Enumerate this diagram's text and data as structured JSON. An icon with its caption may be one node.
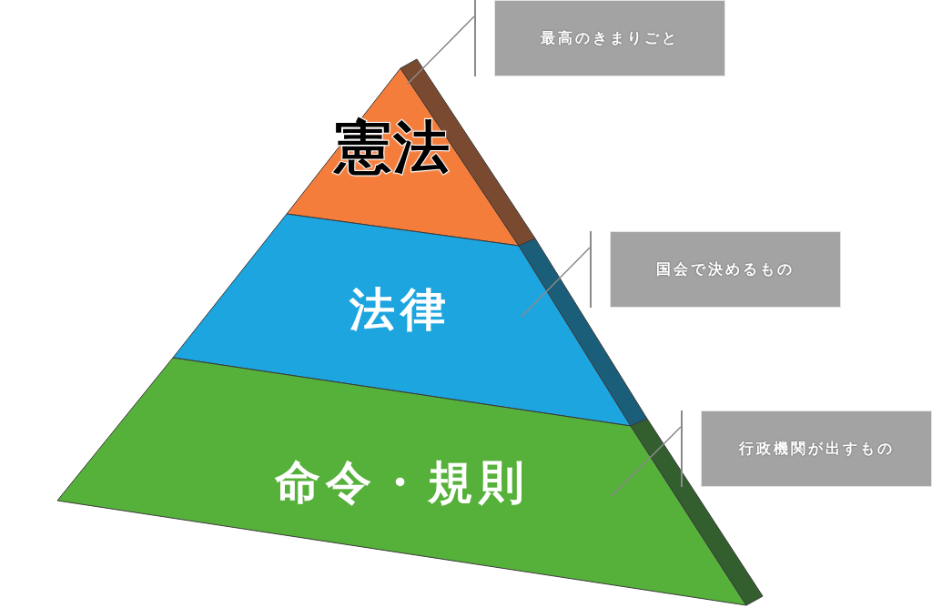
{
  "diagram": {
    "nodes": [
      {
        "text": [
          "憲法"
        ]
      },
      {
        "text": [
          "法律"
        ]
      },
      {
        "text": [
          "命令・規則"
        ]
      },
      {
        "text": [
          "最高のきまりごと"
        ]
      },
      {
        "text": [
          "国会で決めるもの"
        ]
      },
      {
        "text": [
          "行政機関が出すもの"
        ]
      }
    ],
    "edges": [
      {
        "from": 3,
        "to": 0,
        "arrow": "none"
      },
      {
        "from": 4,
        "to": 1,
        "arrow": "none"
      },
      {
        "from": 5,
        "to": 2,
        "arrow": "none"
      }
    ]
  }
}
